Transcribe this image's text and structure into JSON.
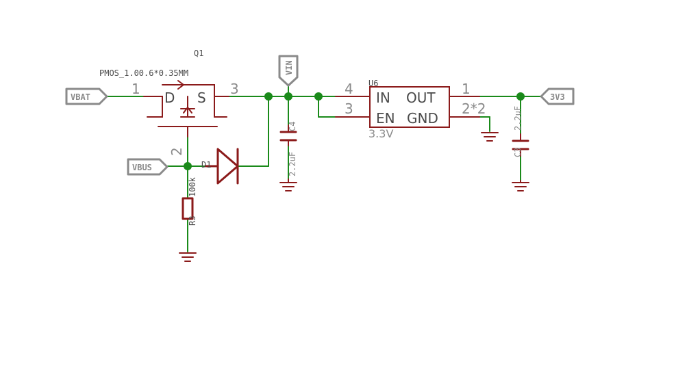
{
  "ports": {
    "vbat": "VBAT",
    "vbus": "VBUS",
    "vin": "VIN",
    "v3v3": "3V3"
  },
  "q1": {
    "ref": "Q1",
    "value": "PMOS_1.00.6*0.35MM",
    "d_label": "D",
    "s_label": "S",
    "pin1": "1",
    "pin2": "2",
    "pin3": "3"
  },
  "d1": {
    "ref": "D1"
  },
  "r": {
    "ref": "R3",
    "value": "100k"
  },
  "c4": {
    "ref": "C4",
    "value": "2.2uF"
  },
  "c3": {
    "ref": "C3",
    "value": "2.2uF"
  },
  "u6": {
    "ref": "U6",
    "value": "3.3V",
    "in_label": "IN",
    "out_label": "OUT",
    "en_label": "EN",
    "gnd_label": "GND",
    "pin_in": "4",
    "pin_en": "3",
    "pin_out": "1",
    "pin_gnd": "2*2"
  },
  "colors": {
    "wire": "#1a8a1a",
    "symbol": "#8b1a1a",
    "port": "#8a8a8a"
  }
}
